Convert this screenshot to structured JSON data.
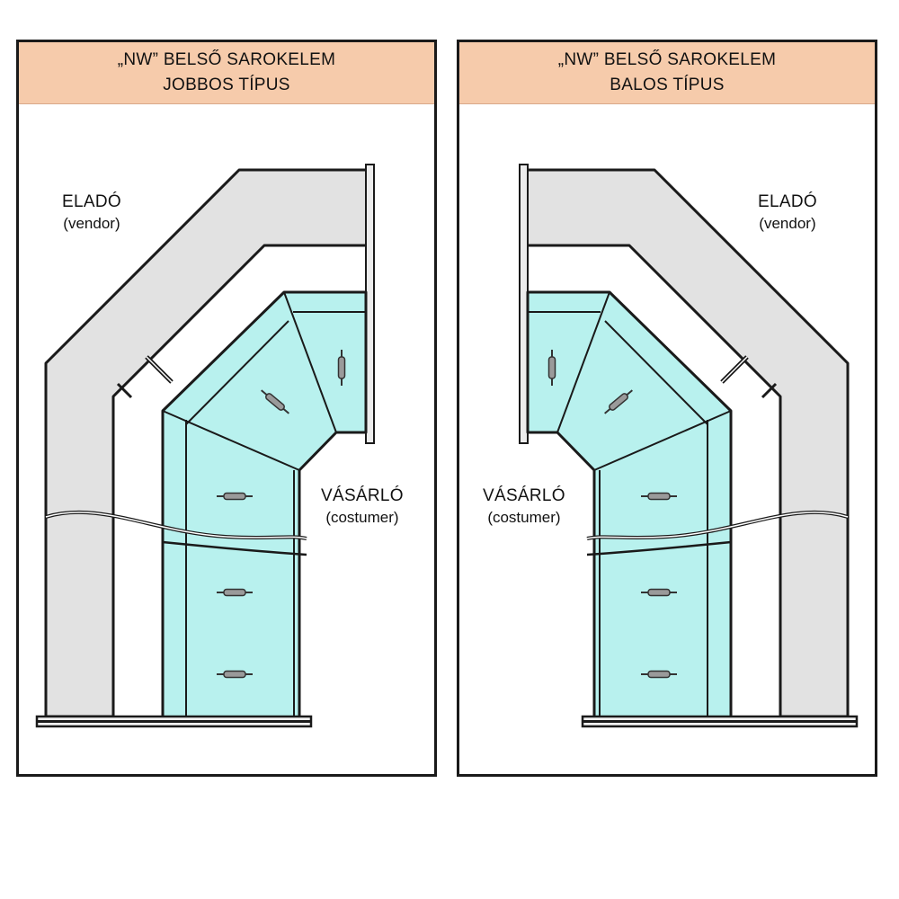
{
  "panels": [
    {
      "title_line1": "„NW” BELSŐ SAROKELEM",
      "title_line2": "JOBBOS TÍPUS",
      "vendor_label": "ELADÓ",
      "vendor_sub": "(vendor)",
      "customer_label": "VÁSÁRLÓ",
      "customer_sub": "(costumer)"
    },
    {
      "title_line1": "„NW” BELSŐ SAROKELEM",
      "title_line2": "BALOS TÍPUS",
      "vendor_label": "ELADÓ",
      "vendor_sub": "(vendor)",
      "customer_label": "VÁSÁRLÓ",
      "customer_sub": "(costumer)"
    }
  ],
  "colors": {
    "header": "#f6cbab",
    "counter": "#e2e2e2",
    "glass": "#b8f1ee",
    "outline": "#1a1a1a"
  }
}
